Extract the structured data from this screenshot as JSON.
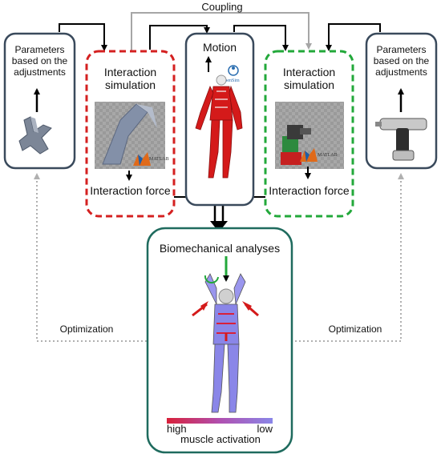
{
  "coupling_label": "Coupling",
  "left_params": "Parameters based on the adjustments",
  "right_params": "Parameters based on the adjustments",
  "left_sim_title": "Interaction simulation",
  "right_sim_title": "Interaction simulation",
  "left_force": "Interaction force",
  "right_force": "Interaction force",
  "motion_title": "Motion",
  "opensim_logo": "OpenSim",
  "matlab_logo": "MATLAB",
  "analysis_title": "Biomechanical analyses",
  "optimization_left": "Optimization",
  "optimization_right": "Optimization",
  "colorbar_high": "high",
  "colorbar_low": "low",
  "colorbar_label": "muscle activation",
  "colors": {
    "box_border": "#3a4a5c",
    "left_dash": "#d42020",
    "right_dash": "#22a83a",
    "analysis_border": "#1f6b5e",
    "coupling_line": "#a6a6a6",
    "optimization_line": "#b0b0b0",
    "colorbar_high": "#d8203a",
    "colorbar_low": "#8a86e8",
    "muscle_red": "#d41a1a"
  }
}
